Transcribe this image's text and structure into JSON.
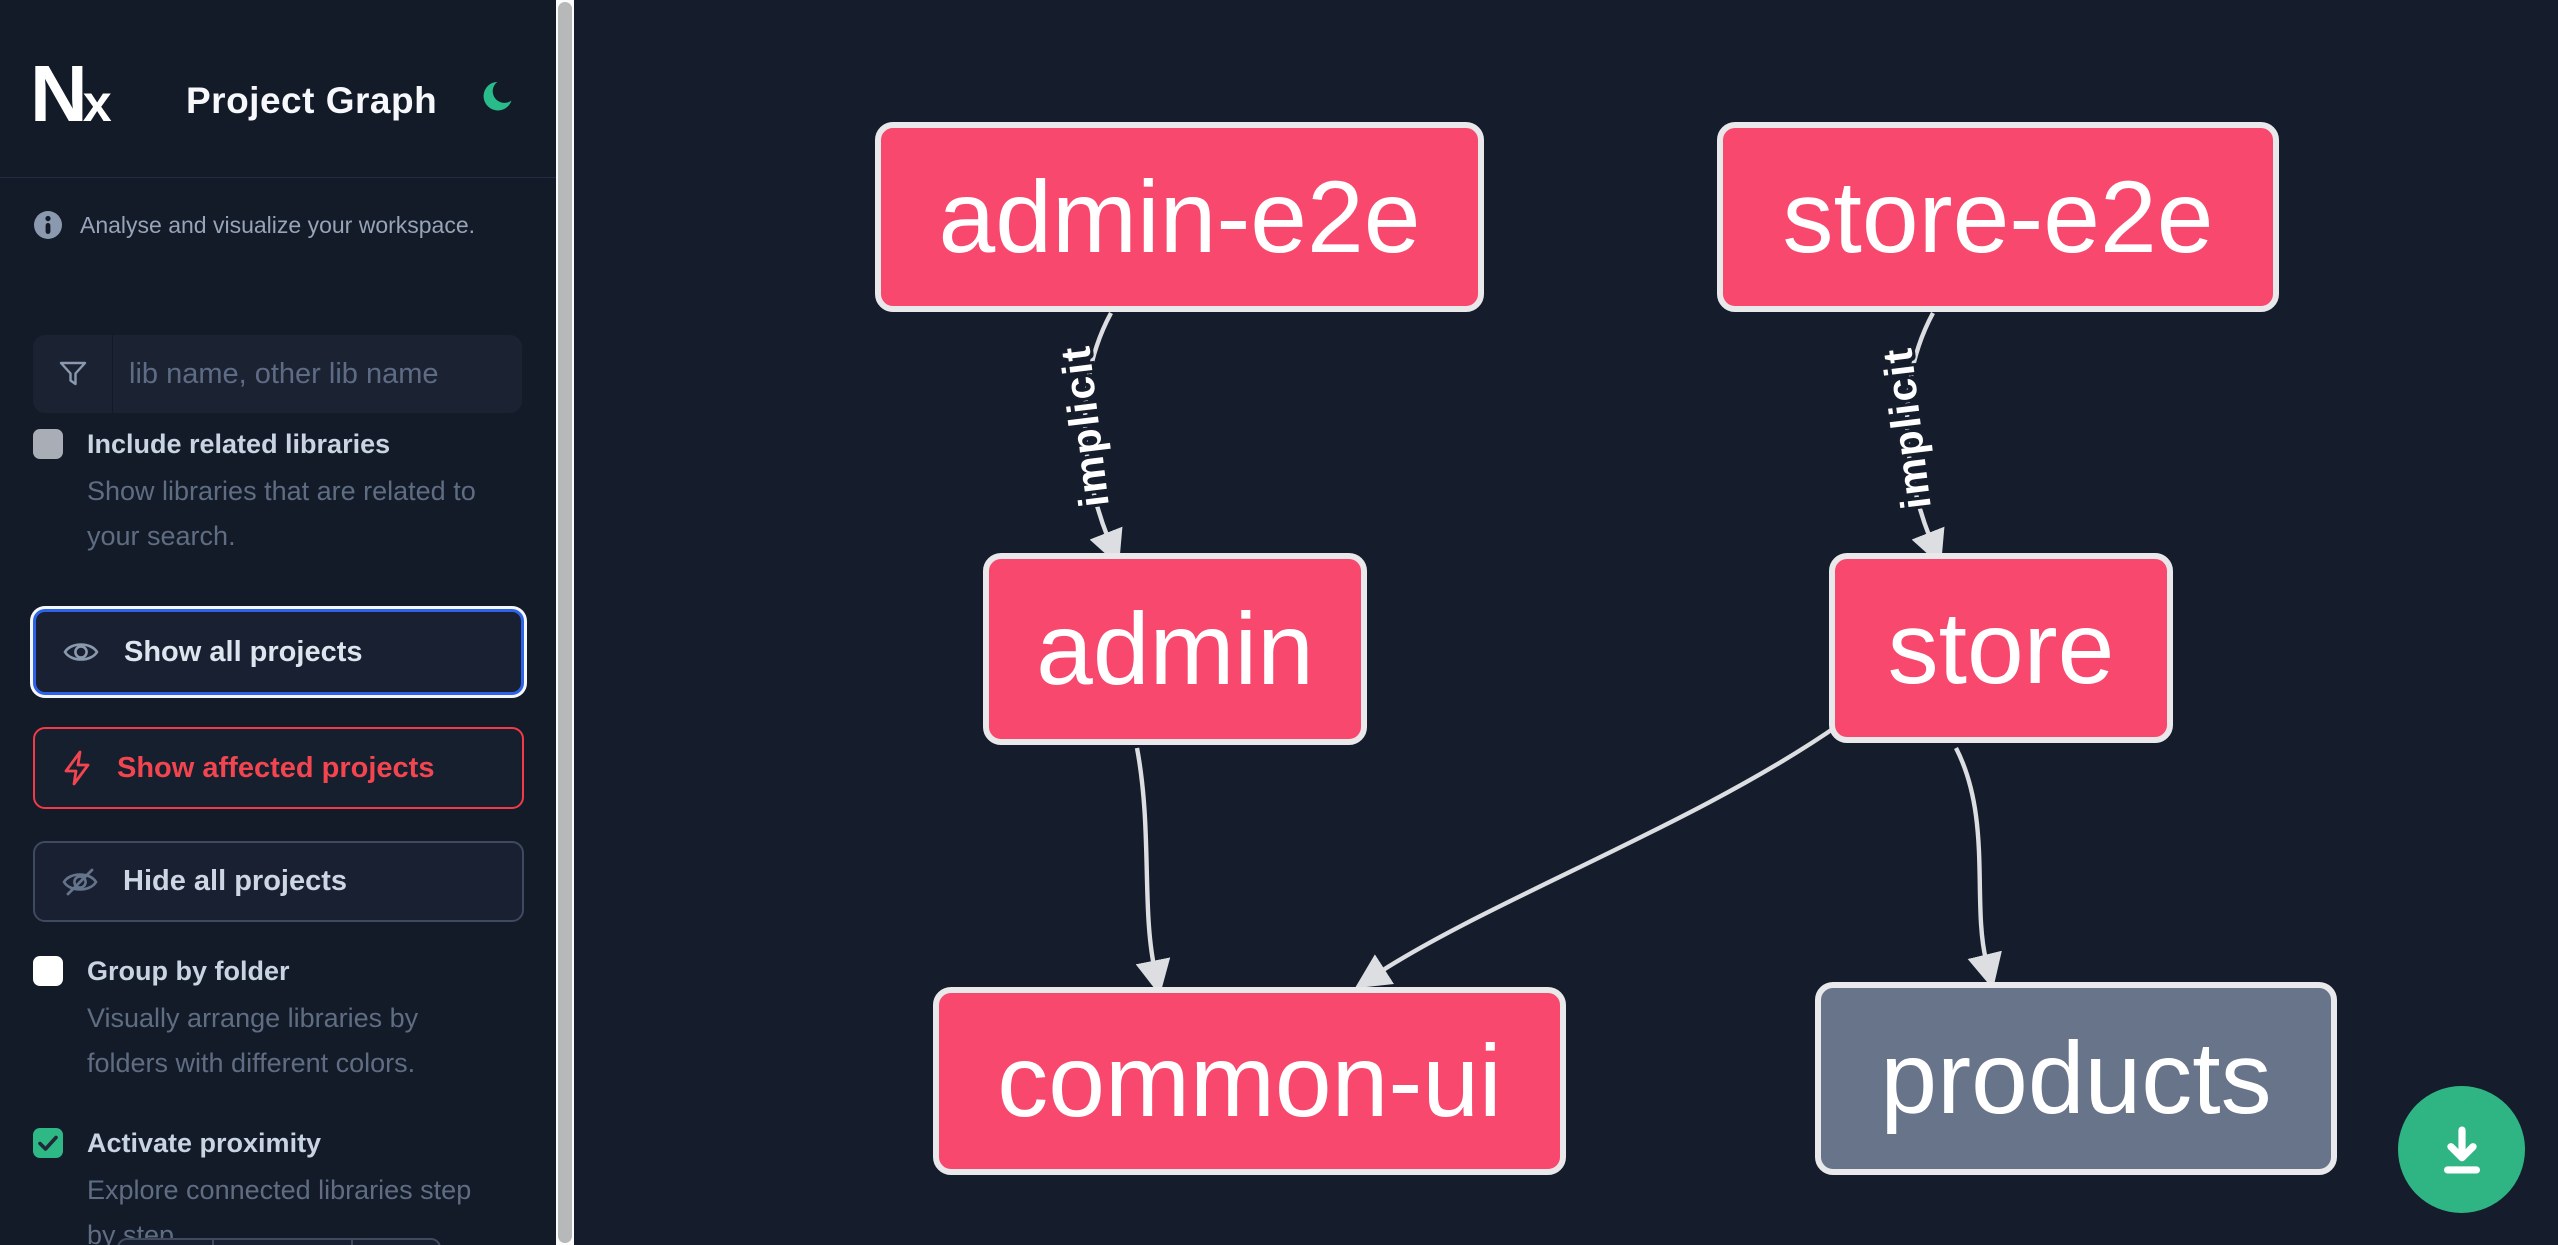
{
  "header": {
    "logo_text": "Nx",
    "title": "Project Graph"
  },
  "sidebar": {
    "tagline": "Analyse and visualize your workspace.",
    "search": {
      "placeholder": "lib name, other lib name",
      "icon": "filter-funnel-icon"
    },
    "checkboxes": [
      {
        "label": "Include related libraries",
        "description": "Show libraries that are related to your search.",
        "checked": false
      },
      {
        "label": "Group by folder",
        "description": "Visually arrange libraries by folders with different colors.",
        "checked": false
      },
      {
        "label": "Activate proximity",
        "description": "Explore connected libraries step by step.",
        "checked": true
      }
    ],
    "buttons": [
      {
        "label": "Show all projects",
        "icon": "eye-icon",
        "state": "focused"
      },
      {
        "label": "Show affected projects",
        "icon": "bolt-icon",
        "state": "affected"
      },
      {
        "label": "Hide all projects",
        "icon": "eye-off-icon",
        "state": "default"
      }
    ]
  },
  "graph": {
    "nodes": [
      {
        "label": "admin-e2e",
        "color": "pink"
      },
      {
        "label": "store-e2e",
        "color": "pink"
      },
      {
        "label": "admin",
        "color": "pink"
      },
      {
        "label": "store",
        "color": "pink"
      },
      {
        "label": "common-ui",
        "color": "pink"
      },
      {
        "label": "products",
        "color": "gray"
      }
    ],
    "edges": [
      {
        "from": "admin-e2e",
        "to": "admin",
        "label": "implicit"
      },
      {
        "from": "store-e2e",
        "to": "store",
        "label": "implicit"
      },
      {
        "from": "admin",
        "to": "common-ui",
        "label": ""
      },
      {
        "from": "store",
        "to": "common-ui",
        "label": ""
      },
      {
        "from": "store",
        "to": "products",
        "label": ""
      }
    ],
    "fab_icon": "download-icon"
  },
  "colors": {
    "node_pink": "#f8486e",
    "node_gray": "#68748a",
    "node_border": "#e9e9ec",
    "edge": "#dcdee2",
    "accent_blue": "#2e63e8",
    "accent_red": "#f23b46",
    "checkbox_green": "#2eb886",
    "fab_green": "#2fb583",
    "moon_green": "#2abb8a",
    "sidebar_bg": "#131a28",
    "canvas_bg": "#151d2d"
  }
}
